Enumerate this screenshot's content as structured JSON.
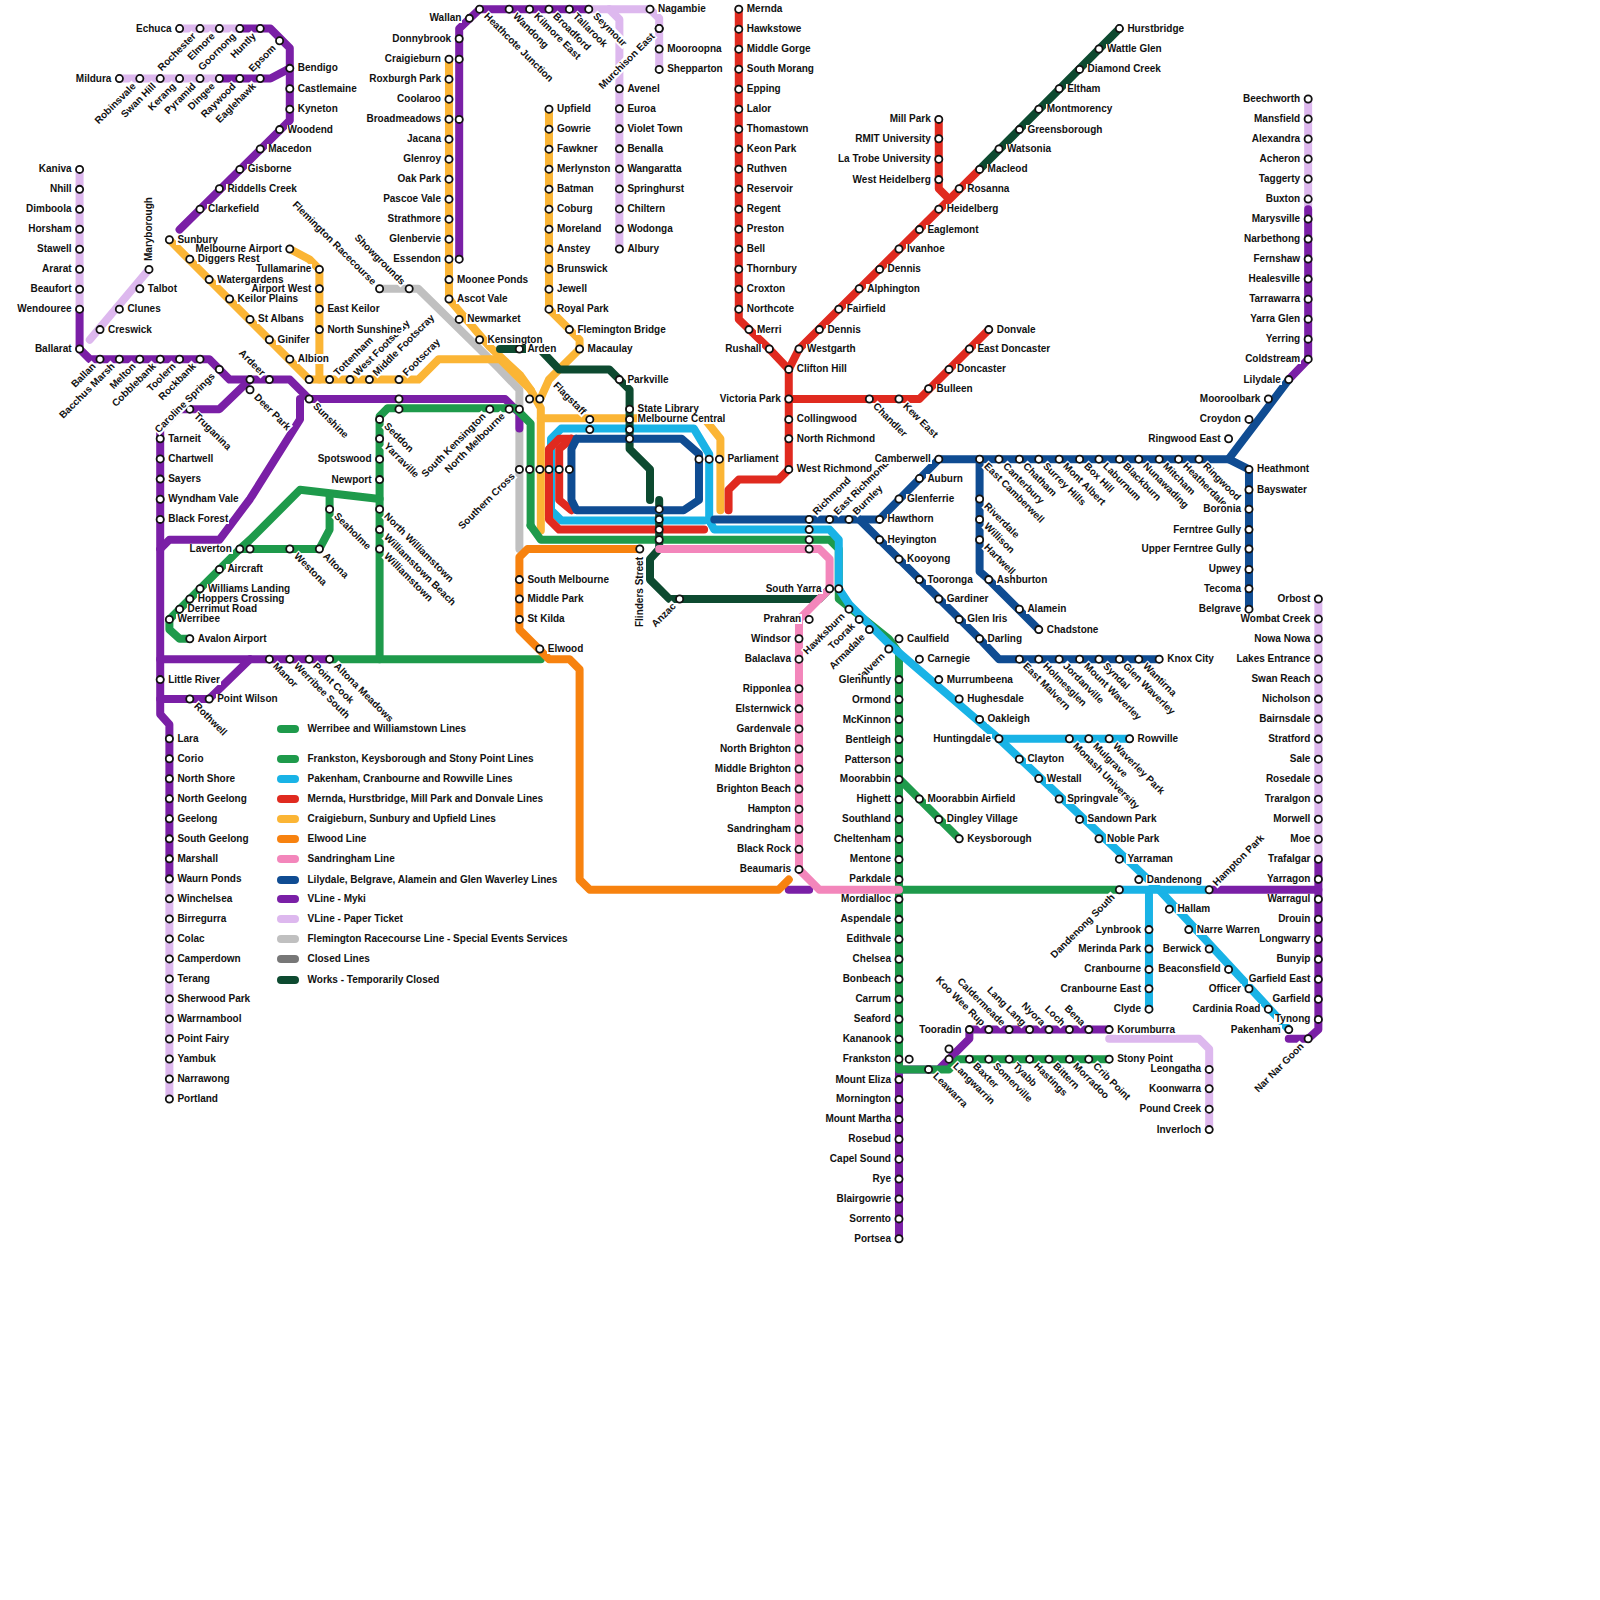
{
  "diagram": {
    "labels": [
      "Echuca",
      "Rochester",
      "Elmore",
      "Goornong",
      "Huntly",
      "Epsom",
      "Mildura",
      "Robinsvale",
      "Swan Hill",
      "Kerang",
      "Pyramid",
      "Dingee",
      "Raywood",
      "Eaglehawk",
      "Bendigo",
      "Castlemaine",
      "Kyneton",
      "Woodend",
      "Macedon",
      "Gisborne",
      "Riddells Creek",
      "Clarkefield",
      "Kaniva",
      "Nhill",
      "Dimboola",
      "Horsham",
      "Stawell",
      "Ararat",
      "Beaufort",
      "Wendouree",
      "Ballarat",
      "Maryborough",
      "Talbot",
      "Clunes",
      "Creswick",
      "Ballan",
      "Bacchus Marsh",
      "Melton",
      "Cobblebank",
      "Toolern",
      "Rockbank",
      "Caroline Springs",
      "Ardeer",
      "Deer Park",
      "Sunshine",
      "Sunbury",
      "Diggers Rest",
      "Watergardens",
      "Keilor Plains",
      "St Albans",
      "Ginifer",
      "Albion",
      "Tottenham",
      "West Footscray",
      "Middle Footscray",
      "Footscray",
      "Melbourne Airport",
      "Tullamarine",
      "Airport West",
      "East Keilor",
      "North Sunshine",
      "Flemington Racecourse",
      "Showgrounds",
      "Wallan",
      "Donnybrook",
      "Craigieburn",
      "Roxburgh Park",
      "Coolaroo",
      "Broadmeadows",
      "Jacana",
      "Glenroy",
      "Oak Park",
      "Pascoe Vale",
      "Strathmore",
      "Glenbervie",
      "Essendon",
      "Moonee Ponds",
      "Ascot Vale",
      "Newmarket",
      "Kensington",
      "Heathcote Junction",
      "Wandong",
      "Kilmore East",
      "Broadford",
      "Tallarook",
      "Seymour",
      "Nagambie",
      "Murchison East",
      "Mooroopna",
      "Shepparton",
      "Avenel",
      "Euroa",
      "Violet Town",
      "Benalla",
      "Wangaratta",
      "Springhurst",
      "Chiltern",
      "Wodonga",
      "Albury",
      "Upfield",
      "Gowrie",
      "Fawkner",
      "Merlynston",
      "Batman",
      "Coburg",
      "Moreland",
      "Anstey",
      "Brunswick",
      "Jewell",
      "Royal Park",
      "Flemington Bridge",
      "Macaulay",
      "Arden",
      "Parkville",
      "Flagstaff",
      "State Library",
      "Melbourne Central",
      "Parliament",
      "Southern Cross",
      "South Kensington",
      "North Melbourne",
      "Flinders Street",
      "Anzac",
      "Mernda",
      "Hawkstowe",
      "Middle Gorge",
      "South Morang",
      "Epping",
      "Lalor",
      "Thomastown",
      "Keon Park",
      "Ruthven",
      "Reservoir",
      "Regent",
      "Preston",
      "Bell",
      "Thornbury",
      "Croxton",
      "Northcote",
      "Merri",
      "Rushall",
      "Clifton Hill",
      "Victoria Park",
      "Collingwood",
      "North Richmond",
      "West Richmond",
      "Richmond",
      "Westgarth",
      "Dennis",
      "Fairfield",
      "Alphington",
      "Dennis",
      "Ivanhoe",
      "Eaglemont",
      "Heidelberg",
      "Rosanna",
      "Macleod",
      "Watsonia",
      "Greensborough",
      "Montmorency",
      "Eltham",
      "Diamond Creek",
      "Wattle Glen",
      "Hurstbridge",
      "Mill Park",
      "RMIT University",
      "La Trobe University",
      "West Heidelberg",
      "Chandler",
      "Kew East",
      "Bulleen",
      "Doncaster",
      "East Doncaster",
      "Donvale",
      "East Richmond",
      "Burnley",
      "Hawthorn",
      "Glenferrie",
      "Auburn",
      "Camberwell",
      "East Camberwell",
      "Canterbury",
      "Chatham",
      "Surrey Hills",
      "Mont Albert",
      "Box Hill",
      "Laburnum",
      "Blackburn",
      "Nunawading",
      "Mitcham",
      "Heatherdale",
      "Ringwood",
      "Ringwood East",
      "Croydon",
      "Mooroolbark",
      "Lilydale",
      "Heathmont",
      "Bayswater",
      "Boronia",
      "Ferntree Gully",
      "Upper Ferntree Gully",
      "Upwey",
      "Tecoma",
      "Belgrave",
      "Beechworth",
      "Mansfield",
      "Alexandra",
      "Acheron",
      "Taggerty",
      "Buxton",
      "Marysville",
      "Narbethong",
      "Fernshaw",
      "Healesville",
      "Tarrawarra",
      "Yarra Glen",
      "Yerring",
      "Coldstream",
      "Riverdale",
      "Willison",
      "Hartwell",
      "Ashburton",
      "Alamein",
      "Chadstone",
      "Heyington",
      "Kooyong",
      "Tooronga",
      "Gardiner",
      "Glen Iris",
      "Darling",
      "East Malvern",
      "Holmesglen",
      "Jordanville",
      "Mount Waverley",
      "Syndal",
      "Glen Waverley",
      "Wantirna",
      "Knox City",
      "South Yarra",
      "Hawksburn",
      "Toorak",
      "Armadale",
      "Malvern",
      "Caulfield",
      "Carnegie",
      "Murrumbeena",
      "Hughesdale",
      "Oakleigh",
      "Huntingdale",
      "Clayton",
      "Westall",
      "Springvale",
      "Sandown Park",
      "Noble Park",
      "Yarraman",
      "Dandenong",
      "Monash University",
      "Mulgrave",
      "Waverley Park",
      "Rowville",
      "Dandenong South",
      "Hampton Park",
      "Hallam",
      "Narre Warren",
      "Berwick",
      "Beaconsfield",
      "Officer",
      "Cardinia Road",
      "Pakenham",
      "Nar Nar Goon",
      "Lynbrook",
      "Merinda Park",
      "Cranbourne",
      "Cranbourne East",
      "Clyde",
      "Orbost",
      "Wombat Creek",
      "Nowa Nowa",
      "Lakes Entrance",
      "Swan Reach",
      "Nicholson",
      "Bairnsdale",
      "Stratford",
      "Sale",
      "Rosedale",
      "Traralgon",
      "Morwell",
      "Moe",
      "Trafalgar",
      "Yarragon",
      "Warragul",
      "Drouin",
      "Longwarry",
      "Bunyip",
      "Garfield East",
      "Garfield",
      "Tynong",
      "Glenhuntly",
      "Ormond",
      "McKinnon",
      "Bentleigh",
      "Patterson",
      "Moorabbin",
      "Highett",
      "Southland",
      "Cheltenham",
      "Mentone",
      "Parkdale",
      "Mordialloc",
      "Aspendale",
      "Edithvale",
      "Chelsea",
      "Bonbeach",
      "Carrum",
      "Seaford",
      "Kananook",
      "Frankston",
      "Mount Eliza",
      "Mornington",
      "Mount Martha",
      "Rosebud",
      "Capel Sound",
      "Rye",
      "Blairgowrie",
      "Sorrento",
      "Portsea",
      "Moorabbin Airfield",
      "Dingley Village",
      "Keysborough",
      "Leawarra",
      "Langwarrin",
      "Baxter",
      "Somerville",
      "Tyabb",
      "Hastings",
      "Bittern",
      "Morradoo",
      "Crib Point",
      "Stony Point",
      "Tooradin",
      "Koo Wee Rup",
      "Caldermeade",
      "Lang Lang",
      "Nyora",
      "Loch",
      "Bena",
      "Korumburra",
      "Leongatha",
      "Koonwarra",
      "Pound Creek",
      "Inverloch",
      "Prahran",
      "Windsor",
      "Balaclava",
      "Ripponlea",
      "Elsternwick",
      "Gardenvale",
      "North Brighton",
      "Middle Brighton",
      "Brighton Beach",
      "Hampton",
      "Sandringham",
      "Black Rock",
      "Beaumaris",
      "South Melbourne",
      "Middle Park",
      "St Kilda",
      "Elwood",
      "Seddon",
      "Yarraville",
      "Spotswood",
      "Newport",
      "North Williamstown",
      "Williamstown Beach",
      "Williamstown",
      "Seaholme",
      "Altona",
      "Westona",
      "Laverton",
      "Aircraft",
      "Williams Landing",
      "Hoppers Crossing",
      "Derrimut Road",
      "Werribee",
      "Avalon Airport",
      "Truganina",
      "Tarneit",
      "Chartwell",
      "Sayers",
      "Wyndham Vale",
      "Black Forest",
      "Little River",
      "Rothwell",
      "Point Wilson",
      "Manor",
      "Werribee South",
      "Point Cook",
      "Altona Meadows",
      "Lara",
      "Corio",
      "North Shore",
      "North Geelong",
      "Geelong",
      "South Geelong",
      "Marshall",
      "Waurn Ponds",
      "Winchelsea",
      "Birregurra",
      "Colac",
      "Camperdown",
      "Terang",
      "Sherwood Park",
      "Warrnambool",
      "Point Fairy",
      "Yambuk",
      "Narrawong",
      "Portland"
    ],
    "legend": [
      {
        "text": "Werribee and Williamstown Lines",
        "color": "#1e9a4b"
      },
      {
        "text": "Frankston, Keysborough and Stony Point Lines",
        "color": "#1e9a4b"
      },
      {
        "text": "Pakenham, Cranbourne and Rowville Lines",
        "color": "#19b3e6"
      },
      {
        "text": "Mernda, Hurstbridge, Mill Park and Donvale Lines",
        "color": "#e02a1f"
      },
      {
        "text": "Craigieburn, Sunbury and Upfield Lines",
        "color": "#fbb535"
      },
      {
        "text": "Elwood Line",
        "color": "#f7820f"
      },
      {
        "text": "Sandringham Line",
        "color": "#f386bb"
      },
      {
        "text": "Lilydale, Belgrave, Alamein and Glen Waverley Lines",
        "color": "#0f4c92"
      },
      {
        "text": "VLine - Myki",
        "color": "#7a1fa6"
      },
      {
        "text": "VLine - Paper Ticket",
        "color": "#ddb8ee"
      },
      {
        "text": "Flemington Racecourse Line - Special Events Services",
        "color": "#c0c0c0"
      },
      {
        "text": "Closed Lines",
        "color": "#777777"
      },
      {
        "text": "Works - Temporarily Closed",
        "color": "#0d4a30"
      }
    ]
  }
}
